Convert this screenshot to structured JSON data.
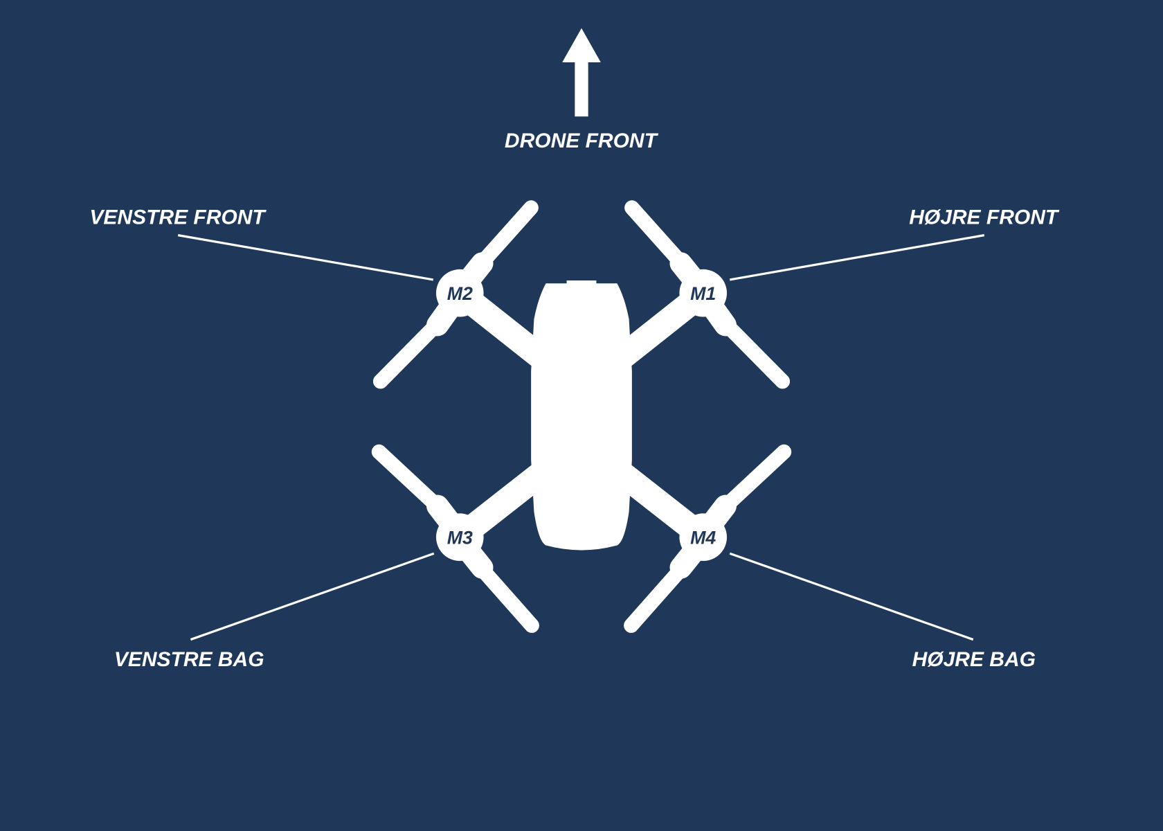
{
  "title": "DRONE FRONT",
  "colors": {
    "background": "#1f3759",
    "foreground": "#ffffff"
  },
  "positions": {
    "left_front": "VENSTRE FRONT",
    "right_front": "HØJRE FRONT",
    "left_rear": "VENSTRE BAG",
    "right_rear": "HØJRE BAG"
  },
  "motors": {
    "m1": "M1",
    "m2": "M2",
    "m3": "M3",
    "m4": "M4"
  }
}
